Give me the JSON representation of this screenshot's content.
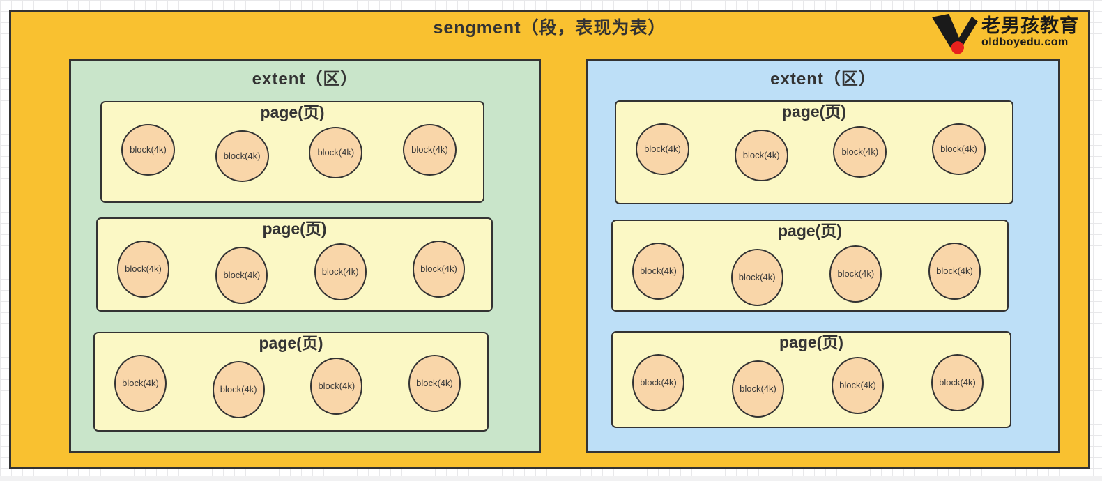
{
  "diagram": {
    "segment_title": "sengment（段，表现为表）",
    "extents": [
      {
        "label": "extent（区）",
        "pages": [
          {
            "label": "page(页)",
            "blocks": [
              "block(4k)",
              "block(4k)",
              "block(4k)",
              "block(4k)"
            ]
          },
          {
            "label": "page(页)",
            "blocks": [
              "block(4k)",
              "block(4k)",
              "block(4k)",
              "block(4k)"
            ]
          },
          {
            "label": "page(页)",
            "blocks": [
              "block(4k)",
              "block(4k)",
              "block(4k)",
              "block(4k)"
            ]
          }
        ]
      },
      {
        "label": "extent（区）",
        "pages": [
          {
            "label": "page(页)",
            "blocks": [
              "block(4k)",
              "block(4k)",
              "block(4k)",
              "block(4k)"
            ]
          },
          {
            "label": "page(页)",
            "blocks": [
              "block(4k)",
              "block(4k)",
              "block(4k)",
              "block(4k)"
            ]
          },
          {
            "label": "page(页)",
            "blocks": [
              "block(4k)",
              "block(4k)",
              "block(4k)",
              "block(4k)"
            ]
          }
        ]
      }
    ]
  },
  "logo": {
    "brand_name": "老男孩教育",
    "brand_domain": "oldboyedu.com"
  },
  "colors": {
    "segment_fill": "#F9C130",
    "extent_left_fill": "#C9E5CA",
    "extent_right_fill": "#BDDFF7",
    "page_fill": "#FBF8C5",
    "block_fill": "#F9D6A9",
    "border": "#333333",
    "text": "#333333",
    "logo_red": "#E8211D",
    "logo_black": "#1a1a1a",
    "grid_line": "#e8e8ea",
    "footer_strip": "#f1f1f2"
  }
}
